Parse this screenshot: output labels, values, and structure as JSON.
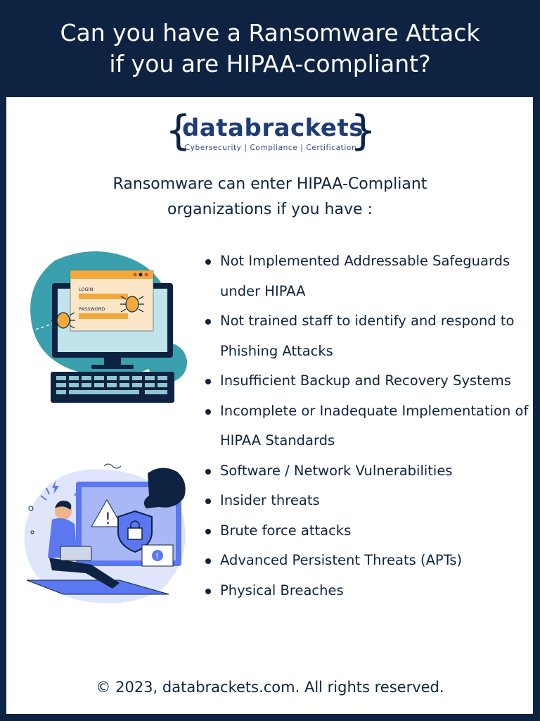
{
  "header": {
    "title_line1": "Can you have a Ransomware Attack",
    "title_line2": "if you are HIPAA-compliant?"
  },
  "logo": {
    "open_brace": "{",
    "close_brace": "}",
    "name": "databrackets",
    "tagline": "Cybersecurity | Compliance | Certification"
  },
  "intro": {
    "line1": "Ransomware can enter HIPAA-Compliant",
    "line2": "organizations if you have :"
  },
  "illustration_computer": {
    "login_label": "LOGIN",
    "password_label": "PASSWORD"
  },
  "bullets": [
    "Not Implemented Addressable Safeguards under HIPAA",
    "Not trained staff to identify and respond to Phishing Attacks",
    "Insufficient Backup and Recovery Systems",
    "Incomplete or Inadequate Implementation of HIPAA Standards",
    "Software / Network Vulnerabilities",
    "Insider threats",
    "Brute force attacks",
    "Advanced Persistent Threats (APTs)",
    "Physical Breaches"
  ],
  "footer": {
    "copyright": "© 2023, databrackets.com. All rights reserved."
  },
  "colors": {
    "navy": "#0e2341",
    "brand_blue": "#1d3c78",
    "teal": "#3aa0ae",
    "periwinkle": "#5b78f0",
    "orange": "#f2a93b"
  }
}
